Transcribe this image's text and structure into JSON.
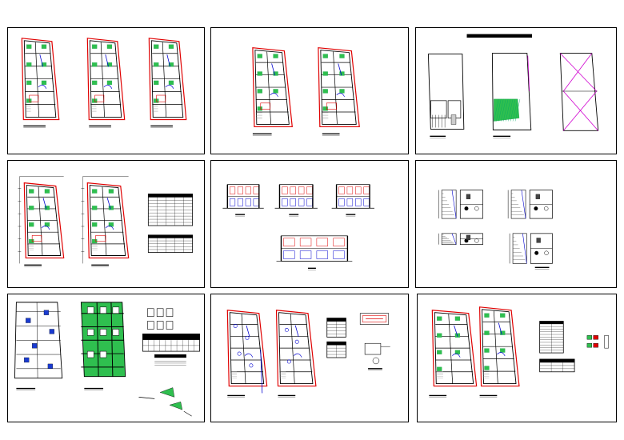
{
  "sheets": [
    {
      "id": "s1",
      "content": "three-floor-plans"
    },
    {
      "id": "s2",
      "content": "two-floor-plans"
    },
    {
      "id": "s3",
      "content": "site-plans"
    },
    {
      "id": "s4",
      "content": "dimensioned-plans-with-tables"
    },
    {
      "id": "s5",
      "content": "elevations-and-section"
    },
    {
      "id": "s6",
      "content": "stair-details"
    },
    {
      "id": "s7",
      "content": "structural-plans"
    },
    {
      "id": "s8",
      "content": "electrical-plans"
    },
    {
      "id": "s9",
      "content": "plumbing-plans"
    }
  ],
  "colors": {
    "wall": "#000000",
    "property_line": "#e00000",
    "landscape": "#1aa34a",
    "fill_green": "#2fbf4f",
    "water": "#0000d0",
    "accent_magenta": "#d000d0"
  }
}
